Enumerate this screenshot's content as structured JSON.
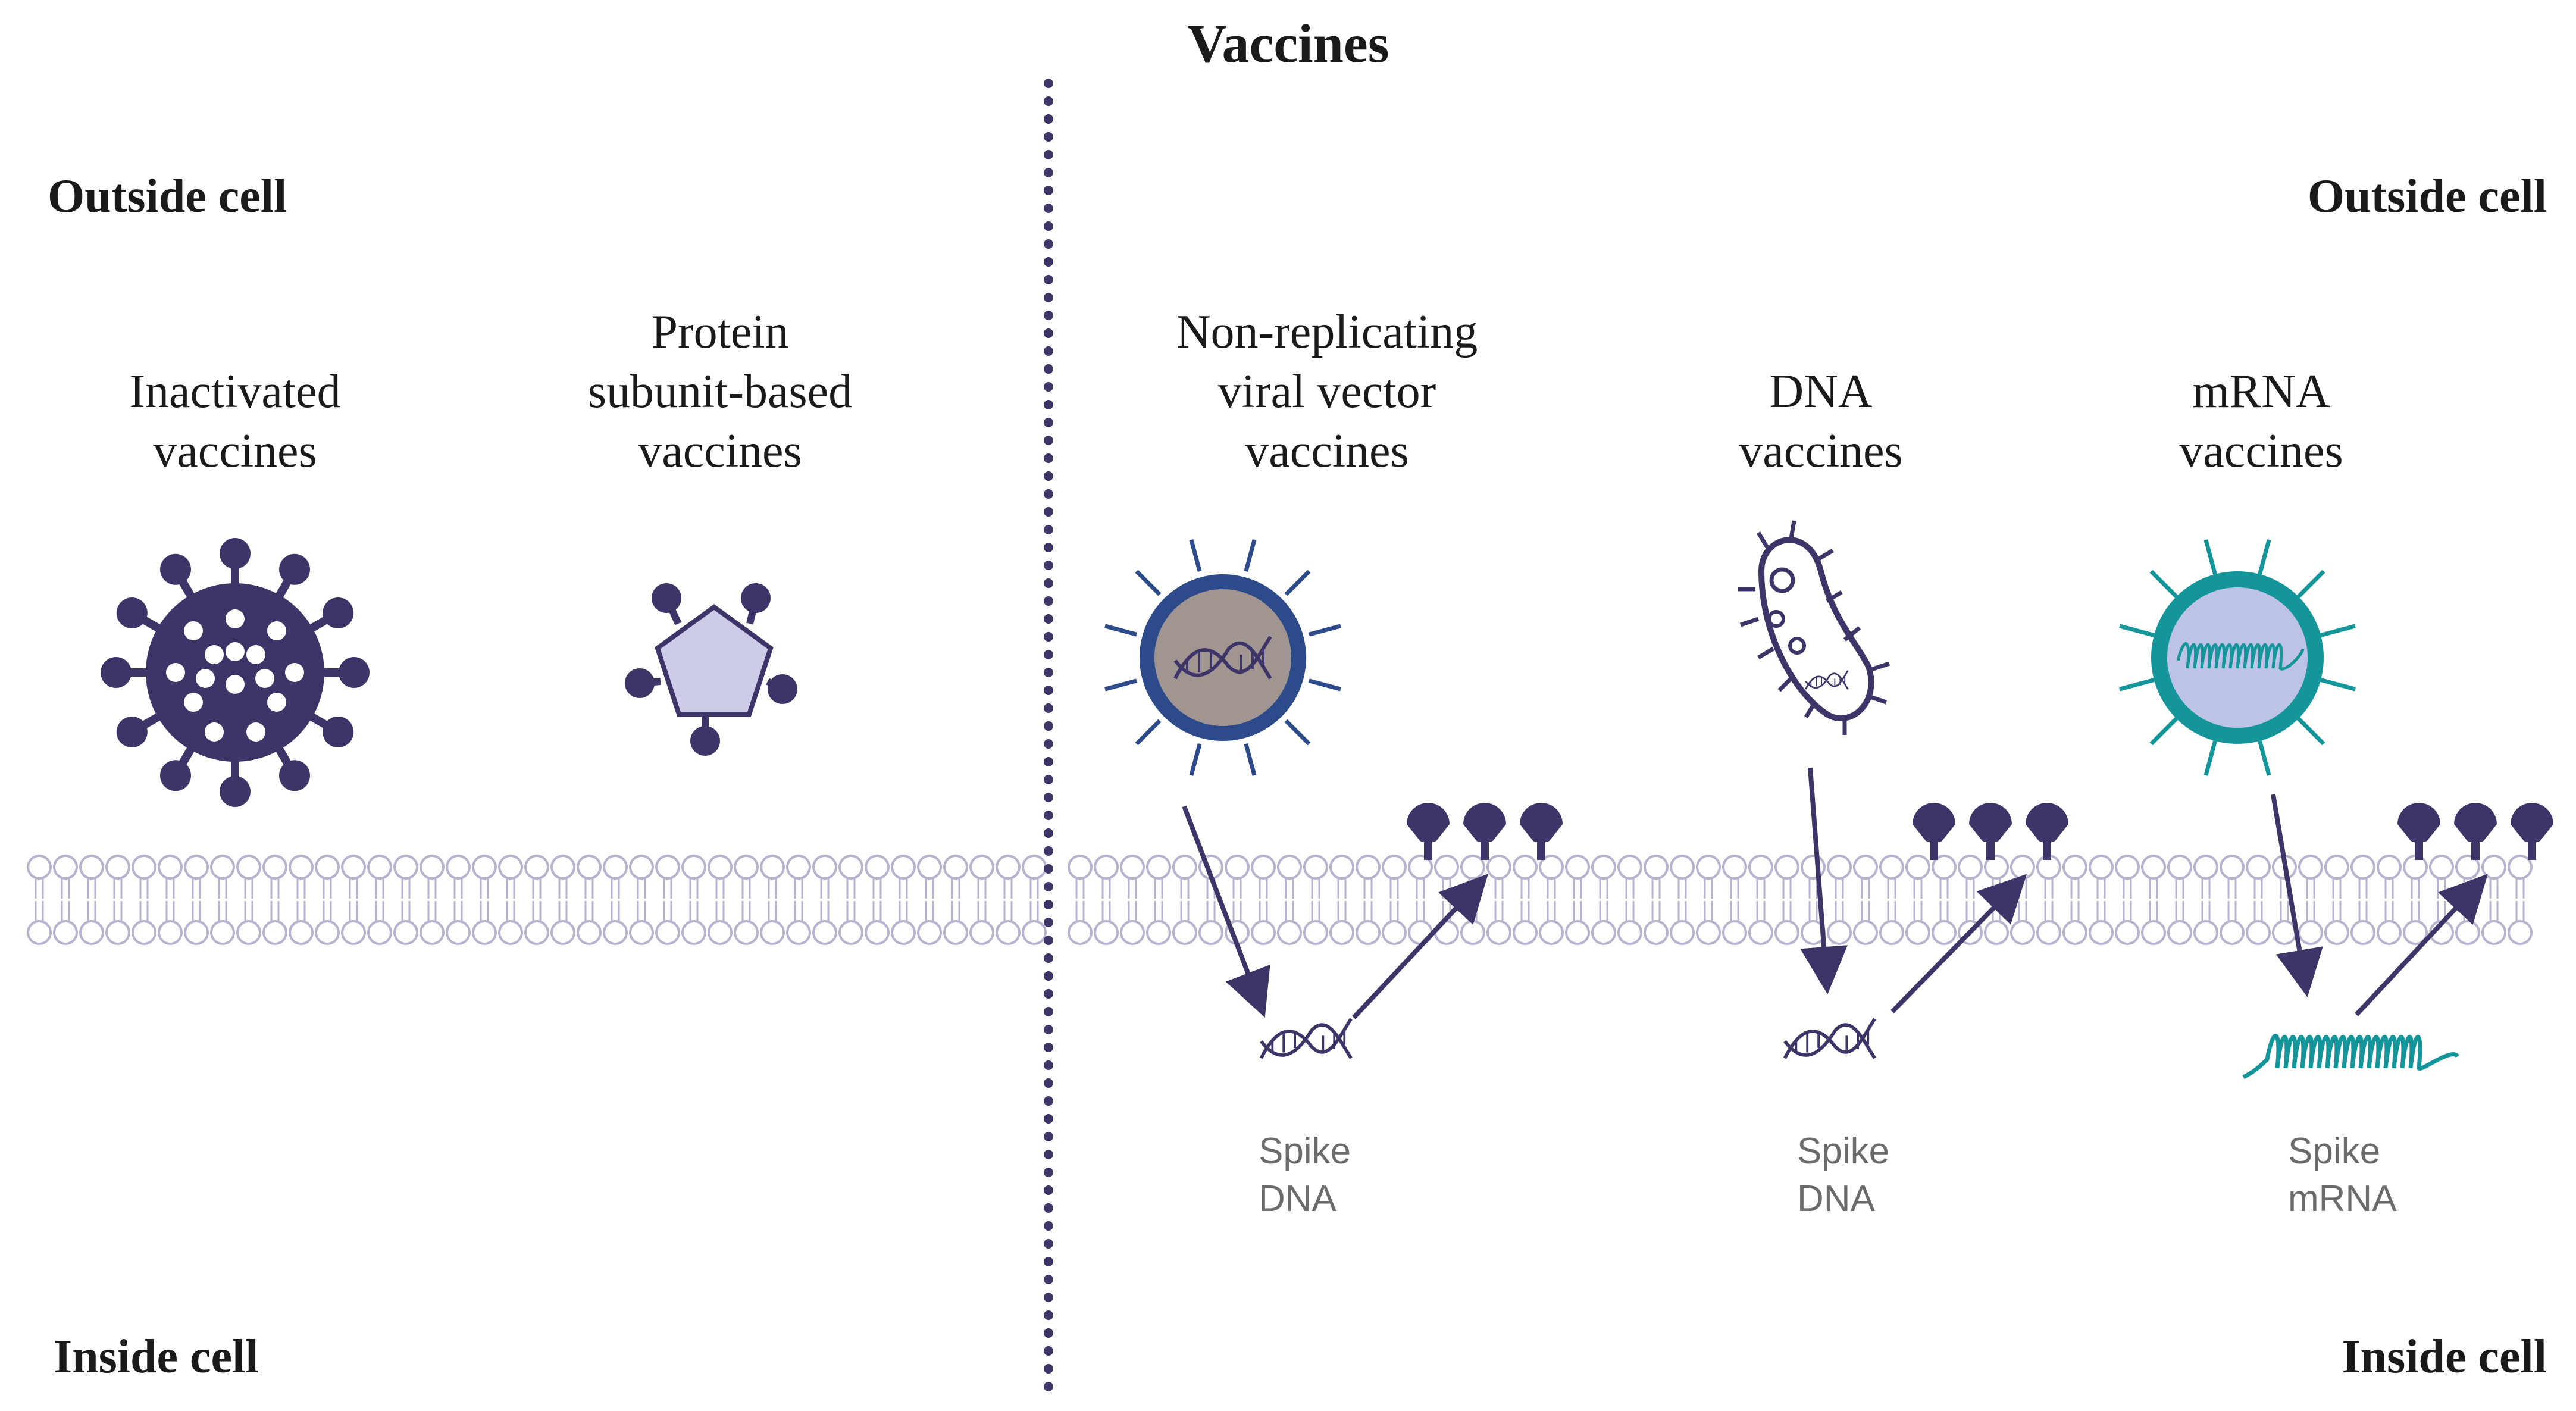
{
  "title": "Vaccines",
  "regions": {
    "outside_left": "Outside cell",
    "outside_right": "Outside cell",
    "inside_left": "Inside cell",
    "inside_right": "Inside cell"
  },
  "vaccines": [
    {
      "lines": [
        "Inactivated",
        "vaccines"
      ]
    },
    {
      "lines": [
        "Protein",
        "subunit-based",
        "vaccines"
      ]
    },
    {
      "lines": [
        "Non-replicating",
        "viral vector",
        "vaccines"
      ]
    },
    {
      "lines": [
        "DNA",
        "vaccines"
      ]
    },
    {
      "lines": [
        "mRNA",
        "vaccines"
      ]
    }
  ],
  "spike_labels": [
    {
      "line1": "Spike",
      "line2": "DNA"
    },
    {
      "line1": "Spike",
      "line2": "DNA"
    },
    {
      "line1": "Spike",
      "line2": "mRNA"
    }
  ],
  "colors": {
    "dark_purple": "#3d3568",
    "navy": "#2d4a8a",
    "teal": "#13959a",
    "membrane": "#b7b3cf",
    "pentagon_fill": "#cdcce8",
    "vector_core": "#a09590",
    "mrna_core": "#bcc3e6"
  }
}
